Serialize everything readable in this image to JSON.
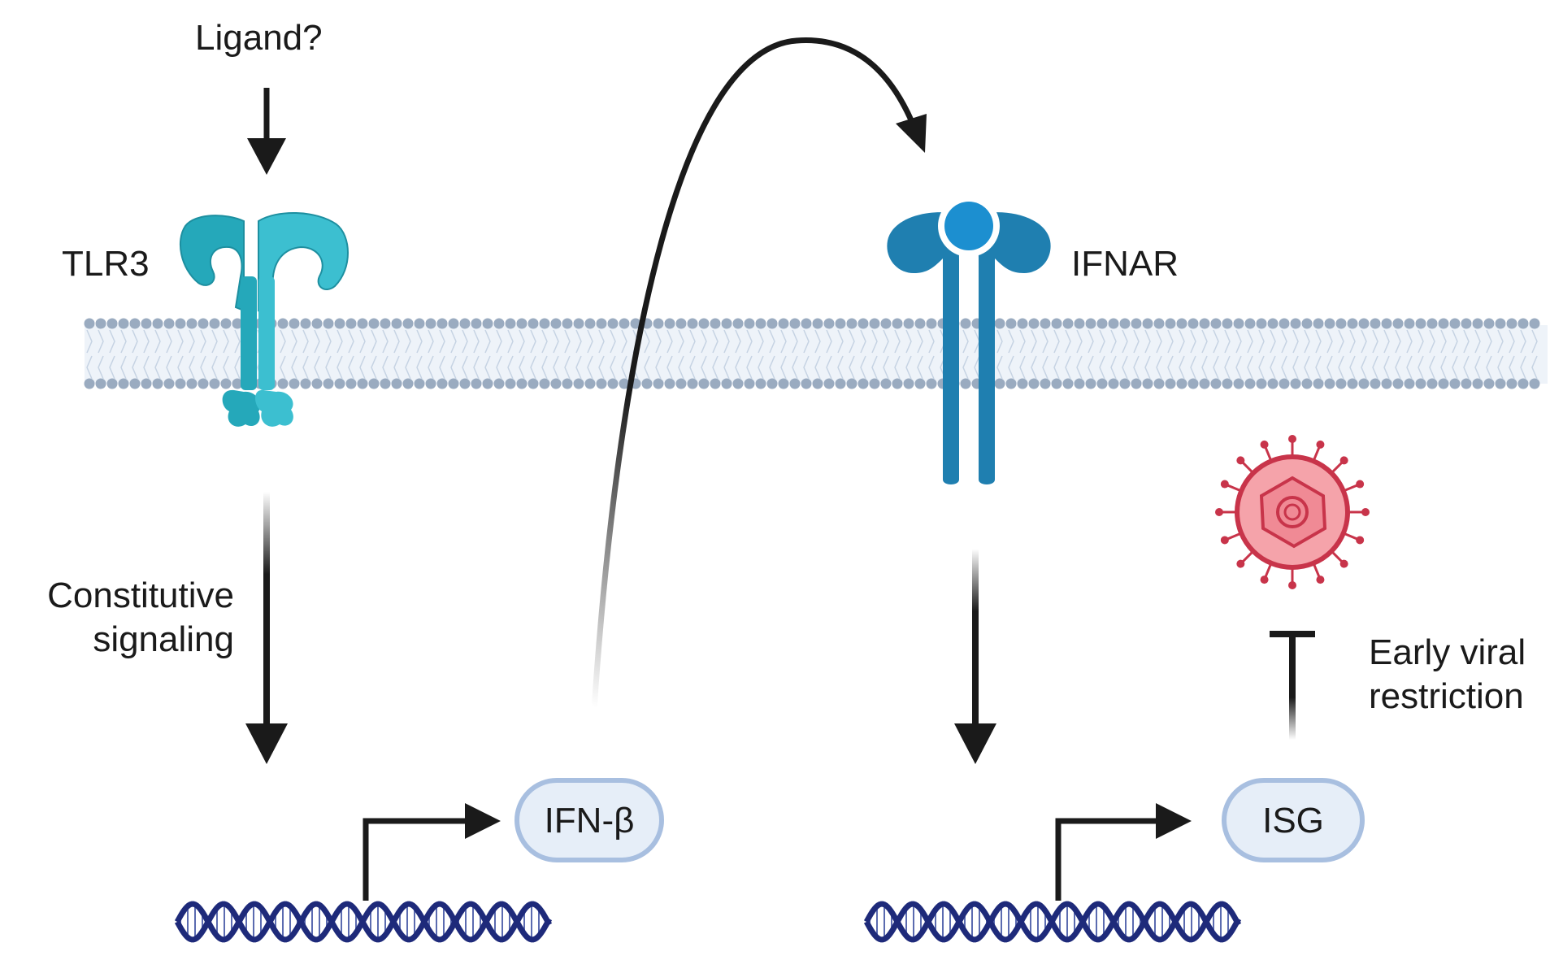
{
  "labels": {
    "ligand": "Ligand?",
    "tlr3": "TLR3",
    "ifnar": "IFNAR",
    "constitutive_line1": "Constitutive",
    "constitutive_line2": "signaling",
    "early_line1": "Early viral",
    "early_line2": "restriction",
    "ifn_beta": "IFN-β",
    "isg": "ISG"
  },
  "colors": {
    "arrow": "#1a1a1a",
    "tlr3": "#2bb3c5",
    "ifnar": "#1f7fb0",
    "ifnar_ligand": "#1c8fd0",
    "membrane": "#9aabc0",
    "pill_fill": "#e6eef8",
    "pill_stroke": "#a8bfe0",
    "dna": "#1e2a7a",
    "virus_fill": "#f5a3aa",
    "virus_stroke": "#c8344a"
  }
}
